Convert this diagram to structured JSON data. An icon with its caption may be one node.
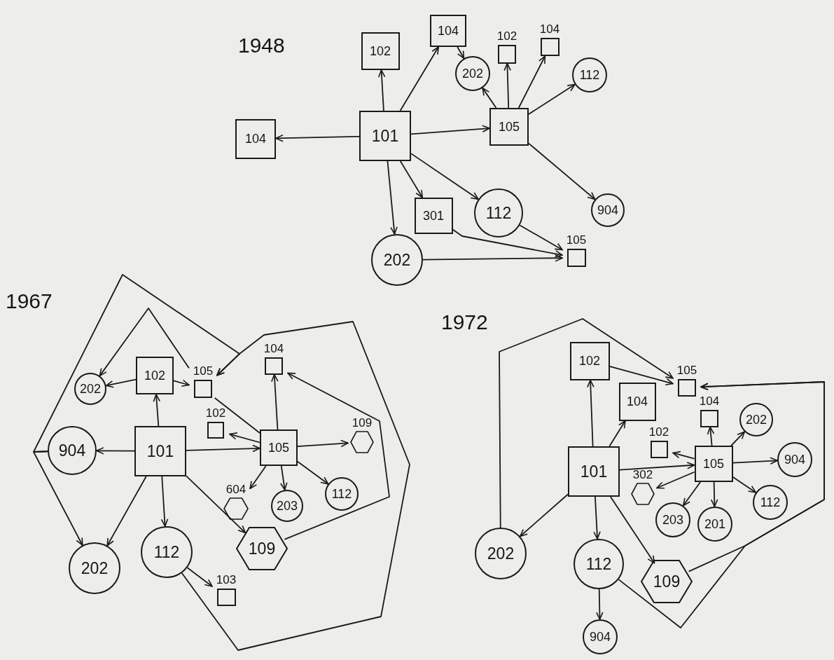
{
  "diagram": {
    "nodes": [
      {
        "text": [
          "101"
        ]
      },
      {
        "text": [
          "102"
        ]
      },
      {
        "text": [
          "104"
        ]
      },
      {
        "text": [
          "104"
        ]
      },
      {
        "text": [
          "105"
        ]
      },
      {
        "text": [
          "202"
        ]
      },
      {
        "text": [
          "102"
        ]
      },
      {
        "text": [
          "104"
        ]
      },
      {
        "text": [
          "112"
        ]
      },
      {
        "text": [
          "904"
        ]
      },
      {
        "text": [
          "301"
        ]
      },
      {
        "text": [
          "112"
        ]
      },
      {
        "text": [
          "202"
        ]
      },
      {
        "text": [
          "105"
        ]
      },
      {
        "text": [
          "101"
        ]
      },
      {
        "text": [
          "102"
        ]
      },
      {
        "text": [
          "202"
        ]
      },
      {
        "text": [
          "105"
        ]
      },
      {
        "text": [
          "904"
        ]
      },
      {
        "text": [
          "104"
        ]
      },
      {
        "text": [
          "102"
        ]
      },
      {
        "text": [
          "105"
        ]
      },
      {
        "text": [
          "109"
        ]
      },
      {
        "text": [
          "604"
        ]
      },
      {
        "text": [
          "203"
        ]
      },
      {
        "text": [
          "112"
        ]
      },
      {
        "text": [
          "202"
        ]
      },
      {
        "text": [
          "112"
        ]
      },
      {
        "text": [
          "109"
        ]
      },
      {
        "text": [
          "103"
        ]
      },
      {
        "text": [
          "101"
        ]
      },
      {
        "text": [
          "102"
        ]
      },
      {
        "text": [
          "104"
        ]
      },
      {
        "text": [
          "105"
        ]
      },
      {
        "text": [
          "104"
        ]
      },
      {
        "text": [
          "202"
        ]
      },
      {
        "text": [
          "102"
        ]
      },
      {
        "text": [
          "105"
        ]
      },
      {
        "text": [
          "904"
        ]
      },
      {
        "text": [
          "302"
        ]
      },
      {
        "text": [
          "203"
        ]
      },
      {
        "text": [
          "201"
        ]
      },
      {
        "text": [
          "112"
        ]
      },
      {
        "text": [
          "202"
        ]
      },
      {
        "text": [
          "112"
        ]
      },
      {
        "text": [
          "109"
        ]
      },
      {
        "text": [
          "904"
        ]
      }
    ],
    "edges": [
      {
        "from": 0,
        "to": 1,
        "arrow": "to"
      },
      {
        "from": 0,
        "to": 2,
        "arrow": "to"
      },
      {
        "from": 0,
        "to": 3,
        "arrow": "to"
      },
      {
        "from": 0,
        "to": 4,
        "arrow": "to"
      },
      {
        "from": 0,
        "to": 10,
        "arrow": "to"
      },
      {
        "from": 0,
        "to": 11,
        "arrow": "to"
      },
      {
        "from": 0,
        "to": 12,
        "arrow": "to"
      },
      {
        "from": 2,
        "to": 5,
        "arrow": "to"
      },
      {
        "from": 4,
        "to": 5,
        "arrow": "to"
      },
      {
        "from": 4,
        "to": 6,
        "arrow": "to"
      },
      {
        "from": 4,
        "to": 7,
        "arrow": "to"
      },
      {
        "from": 4,
        "to": 8,
        "arrow": "to"
      },
      {
        "from": 4,
        "to": 9,
        "arrow": "to"
      },
      {
        "from": 10,
        "to": 13,
        "arrow": "to"
      },
      {
        "from": 11,
        "to": 13,
        "arrow": "to"
      },
      {
        "from": 12,
        "to": 13,
        "arrow": "to"
      },
      {
        "from": 14,
        "to": 15,
        "arrow": "to"
      },
      {
        "from": 15,
        "to": 16,
        "arrow": "to"
      },
      {
        "from": 15,
        "to": 17,
        "arrow": "to"
      },
      {
        "from": 14,
        "to": 18,
        "arrow": "to"
      },
      {
        "from": 14,
        "to": 21,
        "arrow": "to"
      },
      {
        "from": 14,
        "to": 26,
        "arrow": "to"
      },
      {
        "from": 14,
        "to": 27,
        "arrow": "to"
      },
      {
        "from": 14,
        "to": 28,
        "arrow": "to"
      },
      {
        "from": 21,
        "to": 20,
        "arrow": "to"
      },
      {
        "from": 21,
        "to": 19,
        "arrow": "to"
      },
      {
        "from": 21,
        "to": 22,
        "arrow": "to"
      },
      {
        "from": 21,
        "to": 23,
        "arrow": "to"
      },
      {
        "from": 21,
        "to": 24,
        "arrow": "to"
      },
      {
        "from": 21,
        "to": 25,
        "arrow": "to"
      },
      {
        "from": 27,
        "to": 29,
        "arrow": "to"
      },
      {
        "from": 18,
        "to": 26,
        "arrow": "to"
      },
      {
        "from": 18,
        "to": 17,
        "arrow": "to"
      },
      {
        "from": 27,
        "to": 17,
        "arrow": "to"
      },
      {
        "from": 17,
        "to": 16,
        "arrow": "to"
      },
      {
        "from": 28,
        "to": 19,
        "arrow": "to"
      },
      {
        "from": 21,
        "to": 17,
        "arrow": "none"
      },
      {
        "from": 30,
        "to": 31,
        "arrow": "to"
      },
      {
        "from": 30,
        "to": 32,
        "arrow": "to"
      },
      {
        "from": 30,
        "to": 37,
        "arrow": "to"
      },
      {
        "from": 30,
        "to": 43,
        "arrow": "to"
      },
      {
        "from": 30,
        "to": 44,
        "arrow": "to"
      },
      {
        "from": 30,
        "to": 45,
        "arrow": "to"
      },
      {
        "from": 31,
        "to": 33,
        "arrow": "to"
      },
      {
        "from": 37,
        "to": 36,
        "arrow": "to"
      },
      {
        "from": 37,
        "to": 34,
        "arrow": "to"
      },
      {
        "from": 37,
        "to": 35,
        "arrow": "to"
      },
      {
        "from": 37,
        "to": 38,
        "arrow": "to"
      },
      {
        "from": 37,
        "to": 39,
        "arrow": "to"
      },
      {
        "from": 37,
        "to": 40,
        "arrow": "to"
      },
      {
        "from": 37,
        "to": 41,
        "arrow": "to"
      },
      {
        "from": 37,
        "to": 42,
        "arrow": "to"
      },
      {
        "from": 44,
        "to": 46,
        "arrow": "to"
      },
      {
        "from": 43,
        "to": 33,
        "arrow": "to"
      },
      {
        "from": 45,
        "to": 33,
        "arrow": "to"
      },
      {
        "from": 44,
        "to": 33,
        "arrow": "to"
      }
    ],
    "labels": [
      "1948",
      "1967",
      "1972"
    ]
  }
}
